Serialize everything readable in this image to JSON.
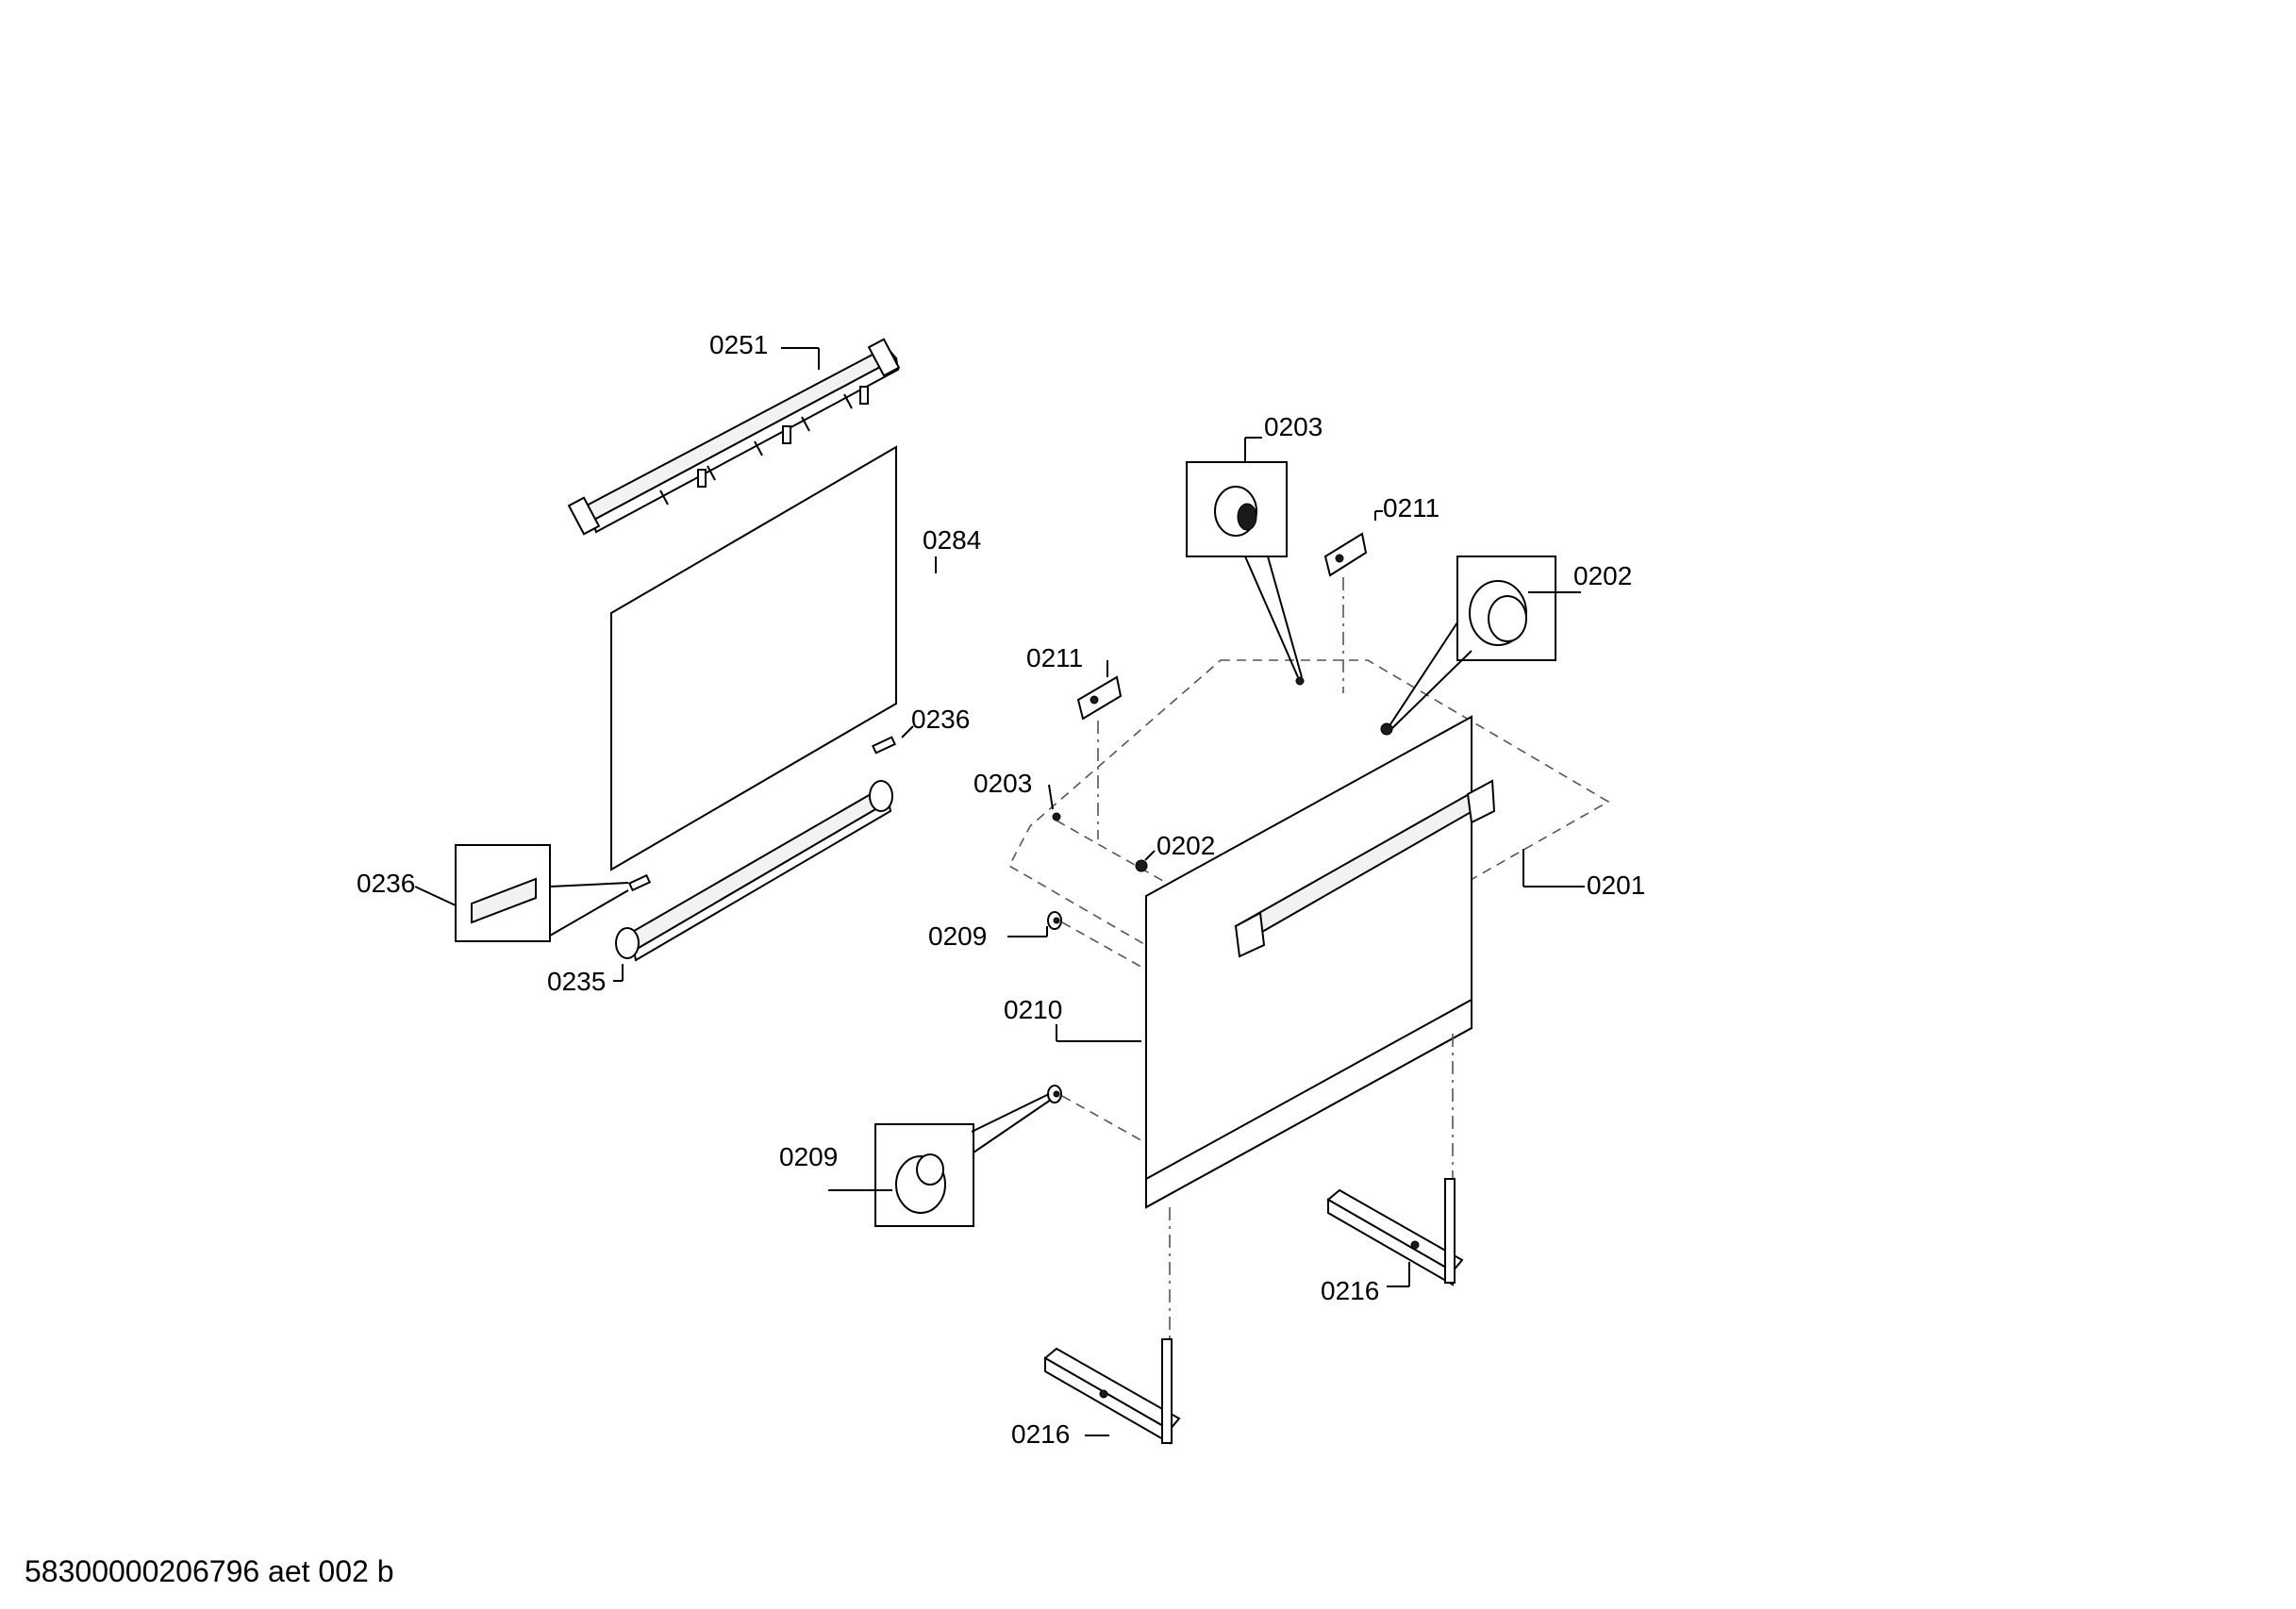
{
  "diagram": {
    "labels": {
      "l0251": "0251",
      "l0284": "0284",
      "l0236a": "0236",
      "l0236b": "0236",
      "l0235": "0235",
      "l0203a": "0203",
      "l0211a": "0211",
      "l0202a": "0202",
      "l0211b": "0211",
      "l0203b": "0203",
      "l0202b": "0202",
      "l0201": "0201",
      "l0209a": "0209",
      "l0210": "0210",
      "l0209b": "0209",
      "l0216a": "0216",
      "l0216b": "0216"
    },
    "footer_code": "58300000206796 aet 002 b"
  }
}
